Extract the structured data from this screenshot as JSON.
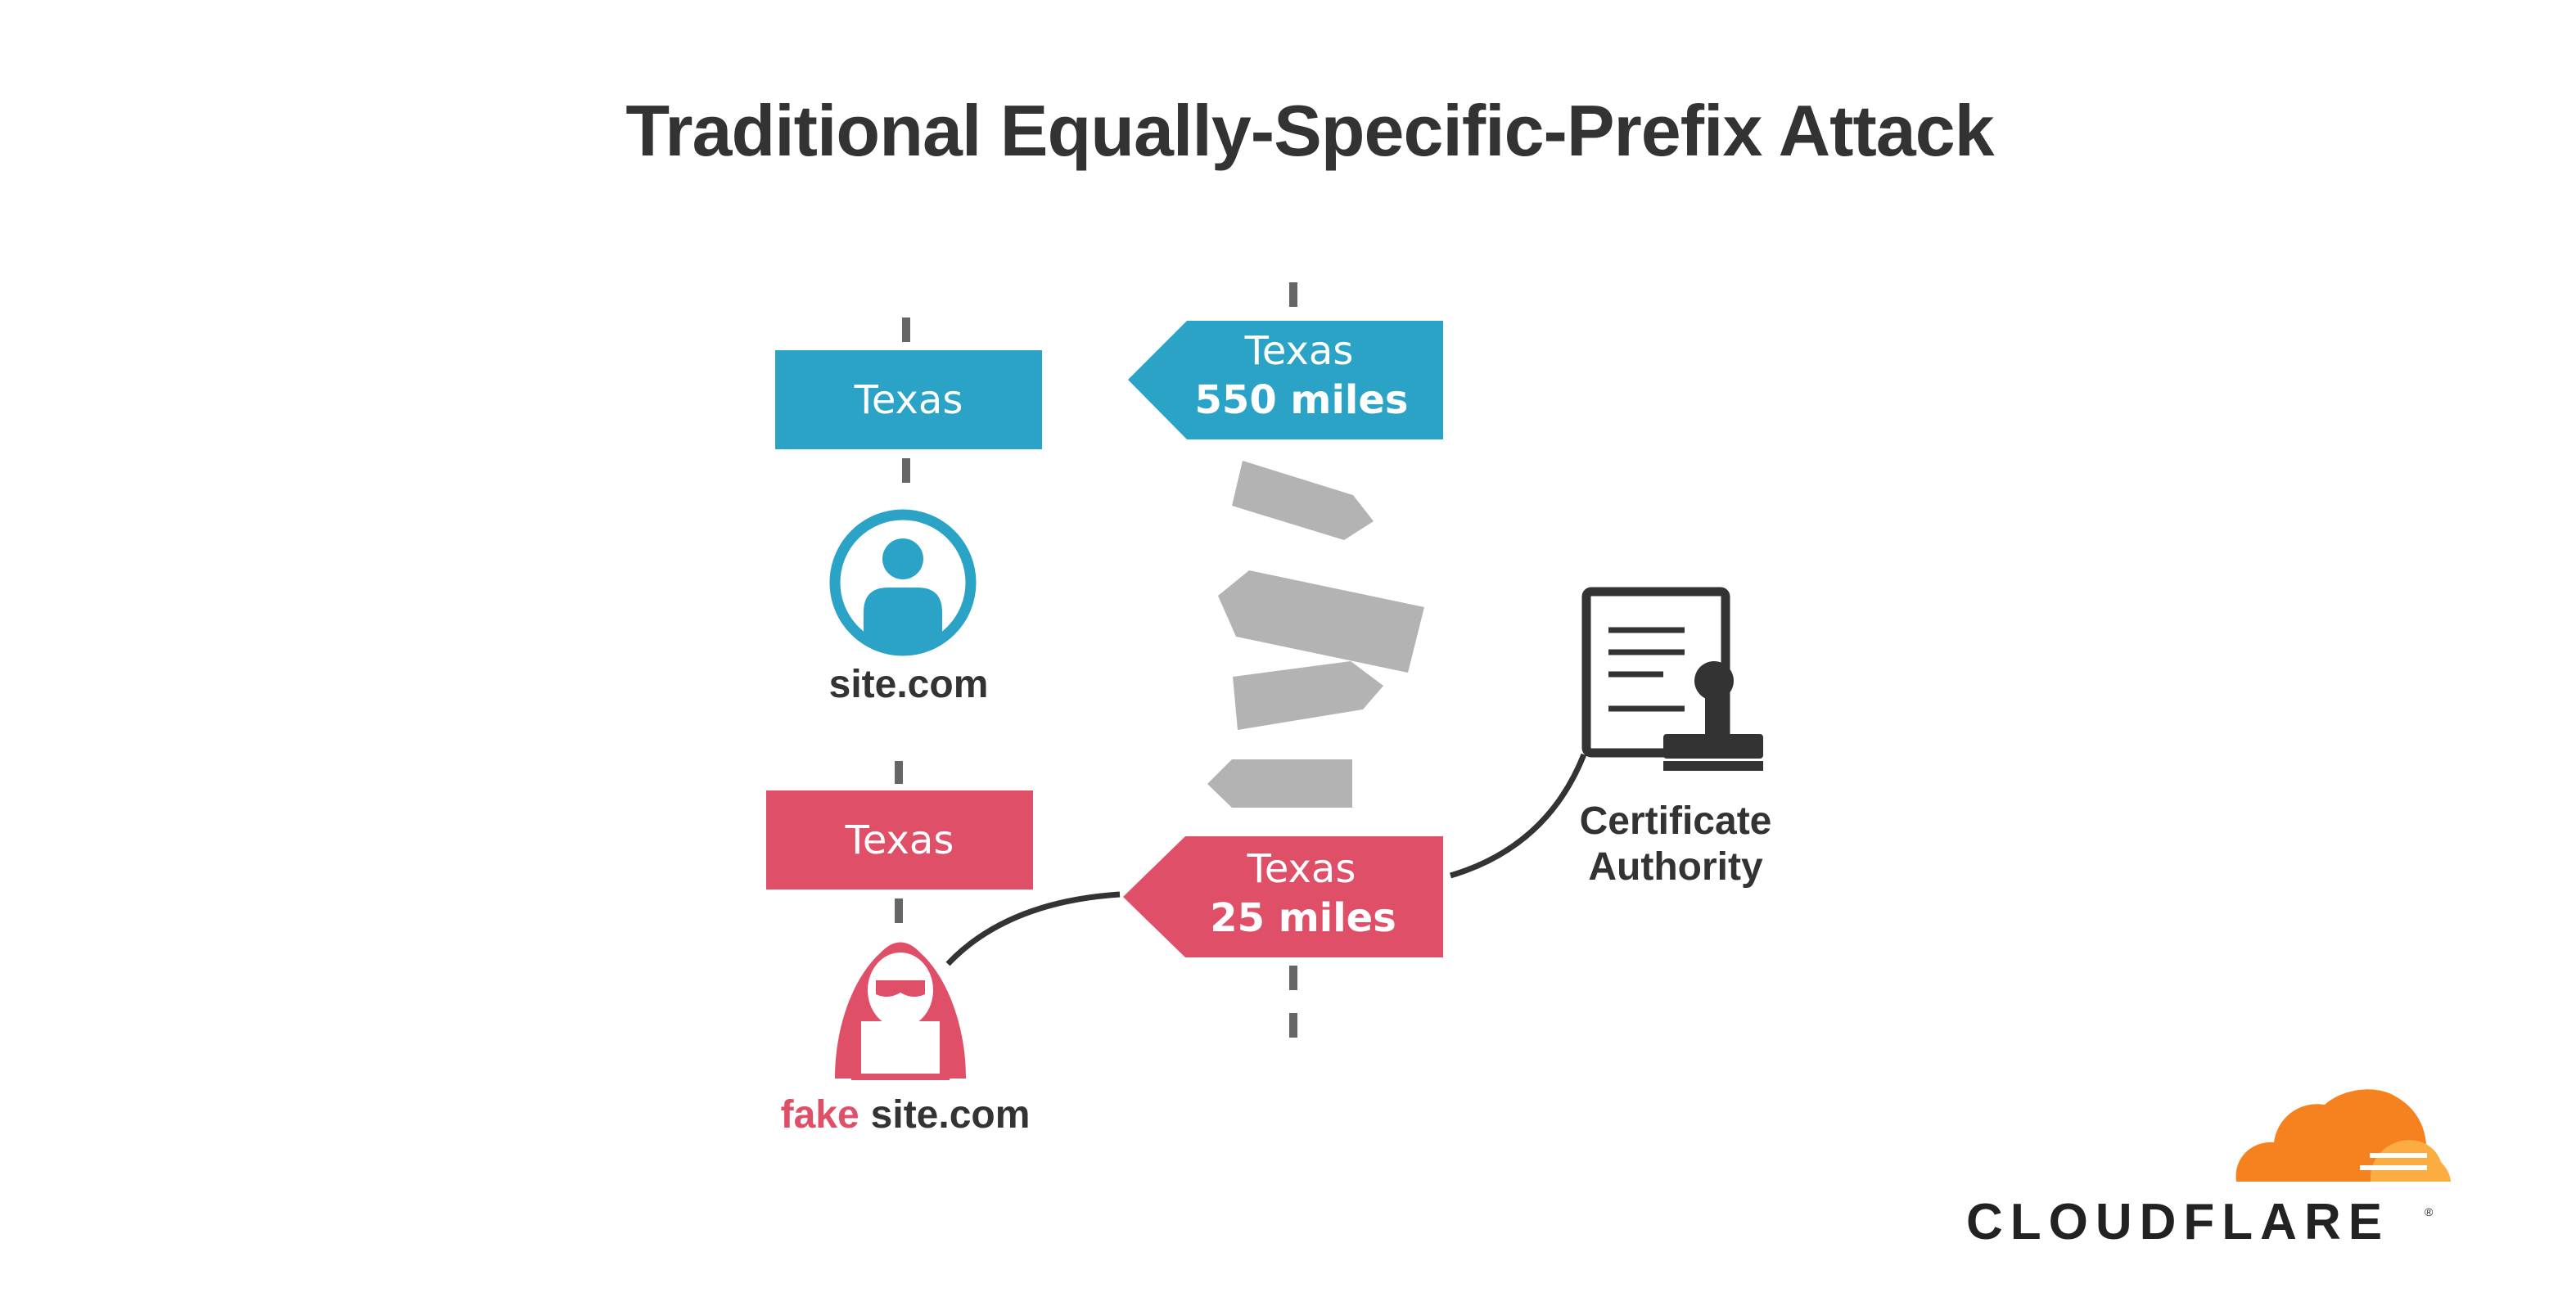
{
  "title": "Traditional Equally-Specific-Prefix Attack",
  "colors": {
    "legit": "#2aa3c6",
    "attacker": "#e04f68",
    "fake_sign": "#b3b3b3",
    "text_dark": "#333333",
    "brand_orange": "#f6821f",
    "brand_orange_light": "#fbad41",
    "brand_text": "#222222"
  },
  "legit_sign": {
    "label": "Texas"
  },
  "legit_arrow": {
    "line1": "Texas",
    "line2": "550 miles"
  },
  "legit_user": {
    "icon": "user-circle-icon",
    "label": "site.com"
  },
  "attacker_sign": {
    "label": "Texas"
  },
  "attacker_arrow": {
    "line1": "Texas",
    "line2": "25 miles"
  },
  "attacker": {
    "icon": "hooded-hacker-icon",
    "label_highlight": "fake",
    "label_rest": "site.com"
  },
  "certificate_authority": {
    "icon": "certificate-stamp-icon",
    "line1": "Certificate",
    "line2": "Authority"
  },
  "logo": {
    "icon": "cloud-logo-icon",
    "text": "CLOUDFLARE",
    "reg": "®"
  }
}
